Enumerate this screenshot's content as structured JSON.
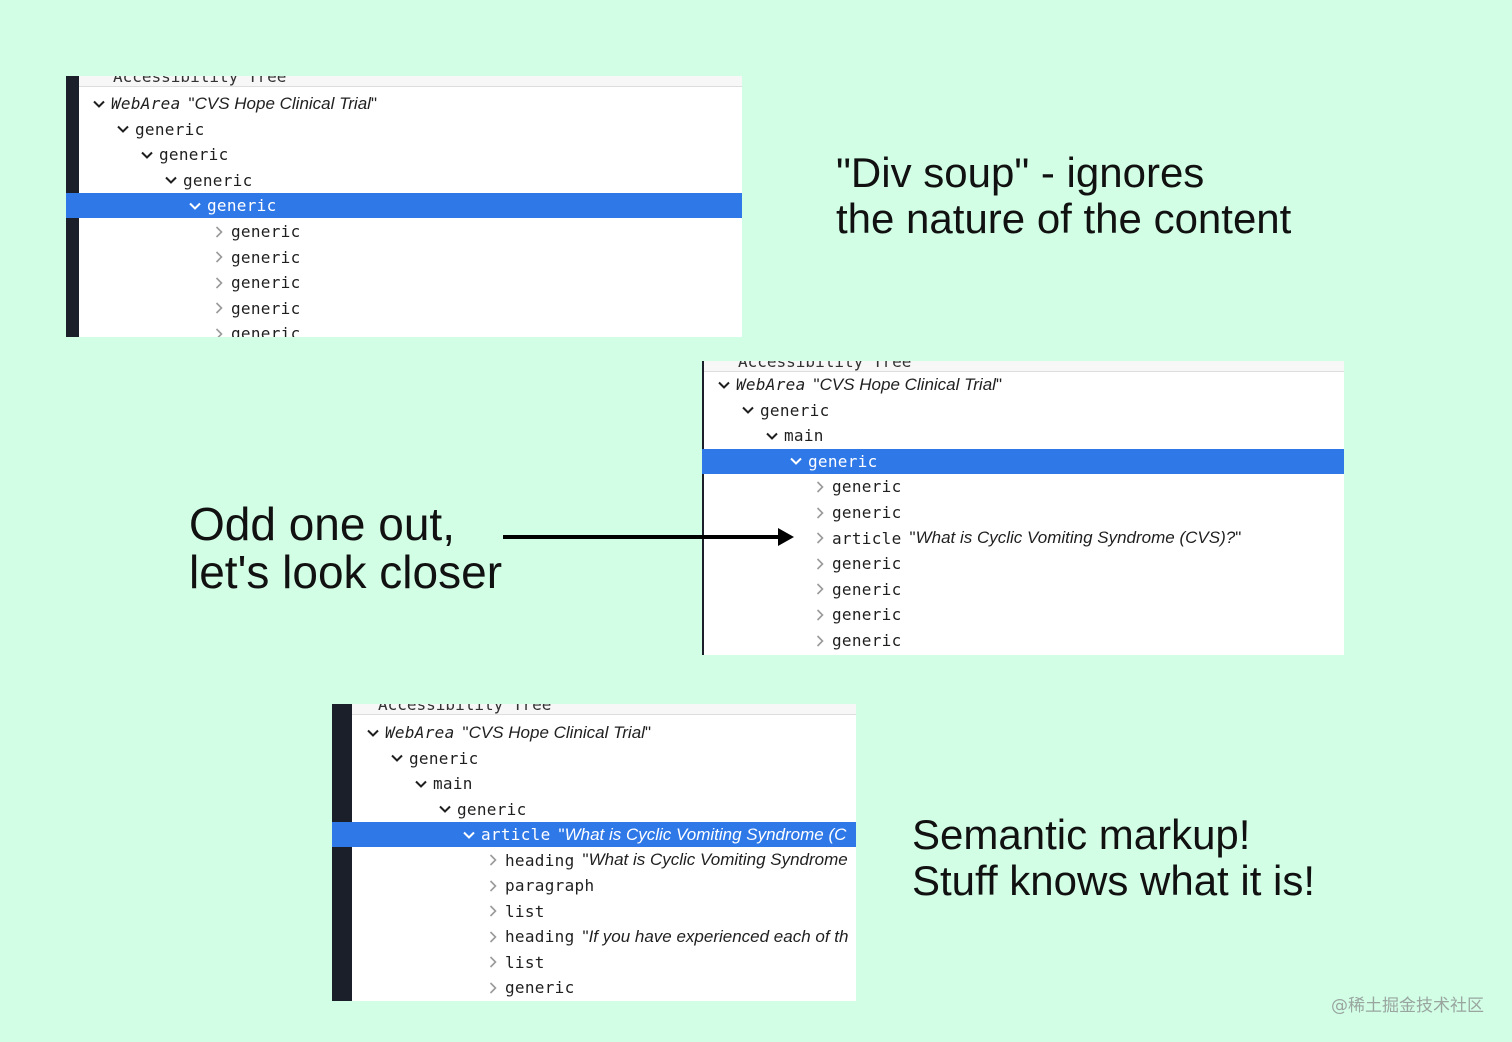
{
  "panels": [
    {
      "cutoff_text": "Accessibility Tree",
      "rows": [
        {
          "level": 0,
          "expanded": true,
          "selected": false,
          "role": "WebArea",
          "italic_role": true,
          "name": "\"CVS Hope Clinical Trial\""
        },
        {
          "level": 1,
          "expanded": true,
          "selected": false,
          "role": "generic",
          "name": ""
        },
        {
          "level": 2,
          "expanded": true,
          "selected": false,
          "role": "generic",
          "name": ""
        },
        {
          "level": 3,
          "expanded": true,
          "selected": false,
          "role": "generic",
          "name": ""
        },
        {
          "level": 4,
          "expanded": true,
          "selected": true,
          "role": "generic",
          "name": ""
        },
        {
          "level": 5,
          "expanded": false,
          "selected": false,
          "role": "generic",
          "name": ""
        },
        {
          "level": 5,
          "expanded": false,
          "selected": false,
          "role": "generic",
          "name": ""
        },
        {
          "level": 5,
          "expanded": false,
          "selected": false,
          "role": "generic",
          "name": ""
        },
        {
          "level": 5,
          "expanded": false,
          "selected": false,
          "role": "generic",
          "name": ""
        },
        {
          "level": 5,
          "expanded": false,
          "selected": false,
          "role": "generic",
          "name": ""
        }
      ]
    },
    {
      "cutoff_text": "Accessibility Tree",
      "rows": [
        {
          "level": 0,
          "expanded": true,
          "selected": false,
          "role": "WebArea",
          "italic_role": true,
          "name": "\"CVS Hope Clinical Trial\""
        },
        {
          "level": 1,
          "expanded": true,
          "selected": false,
          "role": "generic",
          "name": ""
        },
        {
          "level": 2,
          "expanded": true,
          "selected": false,
          "role": "main",
          "name": ""
        },
        {
          "level": 3,
          "expanded": true,
          "selected": true,
          "role": "generic",
          "name": ""
        },
        {
          "level": 4,
          "expanded": false,
          "selected": false,
          "role": "generic",
          "name": ""
        },
        {
          "level": 4,
          "expanded": false,
          "selected": false,
          "role": "generic",
          "name": ""
        },
        {
          "level": 4,
          "expanded": false,
          "selected": false,
          "role": "article",
          "name": "\"What is Cyclic Vomiting Syndrome (CVS)?\""
        },
        {
          "level": 4,
          "expanded": false,
          "selected": false,
          "role": "generic",
          "name": ""
        },
        {
          "level": 4,
          "expanded": false,
          "selected": false,
          "role": "generic",
          "name": ""
        },
        {
          "level": 4,
          "expanded": false,
          "selected": false,
          "role": "generic",
          "name": ""
        },
        {
          "level": 4,
          "expanded": false,
          "selected": false,
          "role": "generic",
          "name": ""
        }
      ]
    },
    {
      "cutoff_text": "Accessibility Tree",
      "rows": [
        {
          "level": 0,
          "expanded": true,
          "selected": false,
          "role": "WebArea",
          "italic_role": true,
          "name": "\"CVS Hope Clinical Trial\""
        },
        {
          "level": 1,
          "expanded": true,
          "selected": false,
          "role": "generic",
          "name": ""
        },
        {
          "level": 2,
          "expanded": true,
          "selected": false,
          "role": "main",
          "name": ""
        },
        {
          "level": 3,
          "expanded": true,
          "selected": false,
          "role": "generic",
          "name": ""
        },
        {
          "level": 4,
          "expanded": true,
          "selected": true,
          "role": "article",
          "name": "\"What is Cyclic Vomiting Syndrome (C"
        },
        {
          "level": 5,
          "expanded": false,
          "selected": false,
          "role": "heading",
          "name": "\"What is Cyclic Vomiting Syndrome"
        },
        {
          "level": 5,
          "expanded": false,
          "selected": false,
          "role": "paragraph",
          "name": ""
        },
        {
          "level": 5,
          "expanded": false,
          "selected": false,
          "role": "list",
          "name": ""
        },
        {
          "level": 5,
          "expanded": false,
          "selected": false,
          "role": "heading",
          "name": "\"If you have experienced each of th"
        },
        {
          "level": 5,
          "expanded": false,
          "selected": false,
          "role": "list",
          "name": ""
        },
        {
          "level": 5,
          "expanded": false,
          "selected": false,
          "role": "generic",
          "name": ""
        }
      ]
    }
  ],
  "captions": {
    "div_soup": [
      "\"Div soup\" - ignores",
      "the nature of the content"
    ],
    "odd_one": [
      "Odd one out,",
      "let's look closer"
    ],
    "semantic": [
      "Semantic markup!",
      "Stuff knows what it is!"
    ]
  },
  "watermark": "@稀土掘金技术社区",
  "colors": {
    "background": "#d1fee5",
    "selection": "#2f78e8",
    "sidebar": "#1a1f2a"
  },
  "icons": {
    "expanded": "chevron-down-icon",
    "collapsed": "chevron-right-icon",
    "arrow": "arrow-right-icon"
  }
}
